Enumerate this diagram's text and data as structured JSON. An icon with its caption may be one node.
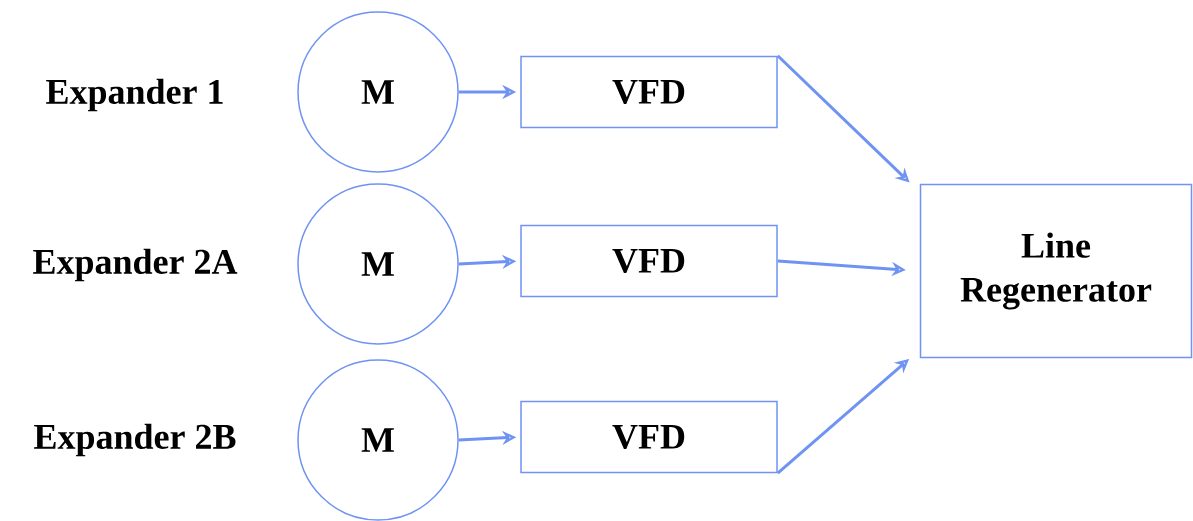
{
  "diagram": {
    "nodes": [
      {
        "text": [
          "M"
        ]
      },
      {
        "text": [
          "VFD"
        ]
      },
      {
        "text": [
          "M"
        ]
      },
      {
        "text": [
          "VFD"
        ]
      },
      {
        "text": [
          "M"
        ]
      },
      {
        "text": [
          "VFD"
        ]
      },
      {
        "text": [
          "Line Regenerator"
        ]
      }
    ],
    "edges": [
      {
        "from": 0,
        "to": 1,
        "arrow": "to"
      },
      {
        "from": 2,
        "to": 3,
        "arrow": "to"
      },
      {
        "from": 4,
        "to": 5,
        "arrow": "to"
      },
      {
        "from": 1,
        "to": 6,
        "arrow": "to"
      },
      {
        "from": 3,
        "to": 6,
        "arrow": "to"
      },
      {
        "from": 5,
        "to": 6,
        "arrow": "to"
      }
    ],
    "labels": [
      "Expander 1",
      "Expander 2A",
      "Expander 2B"
    ]
  }
}
